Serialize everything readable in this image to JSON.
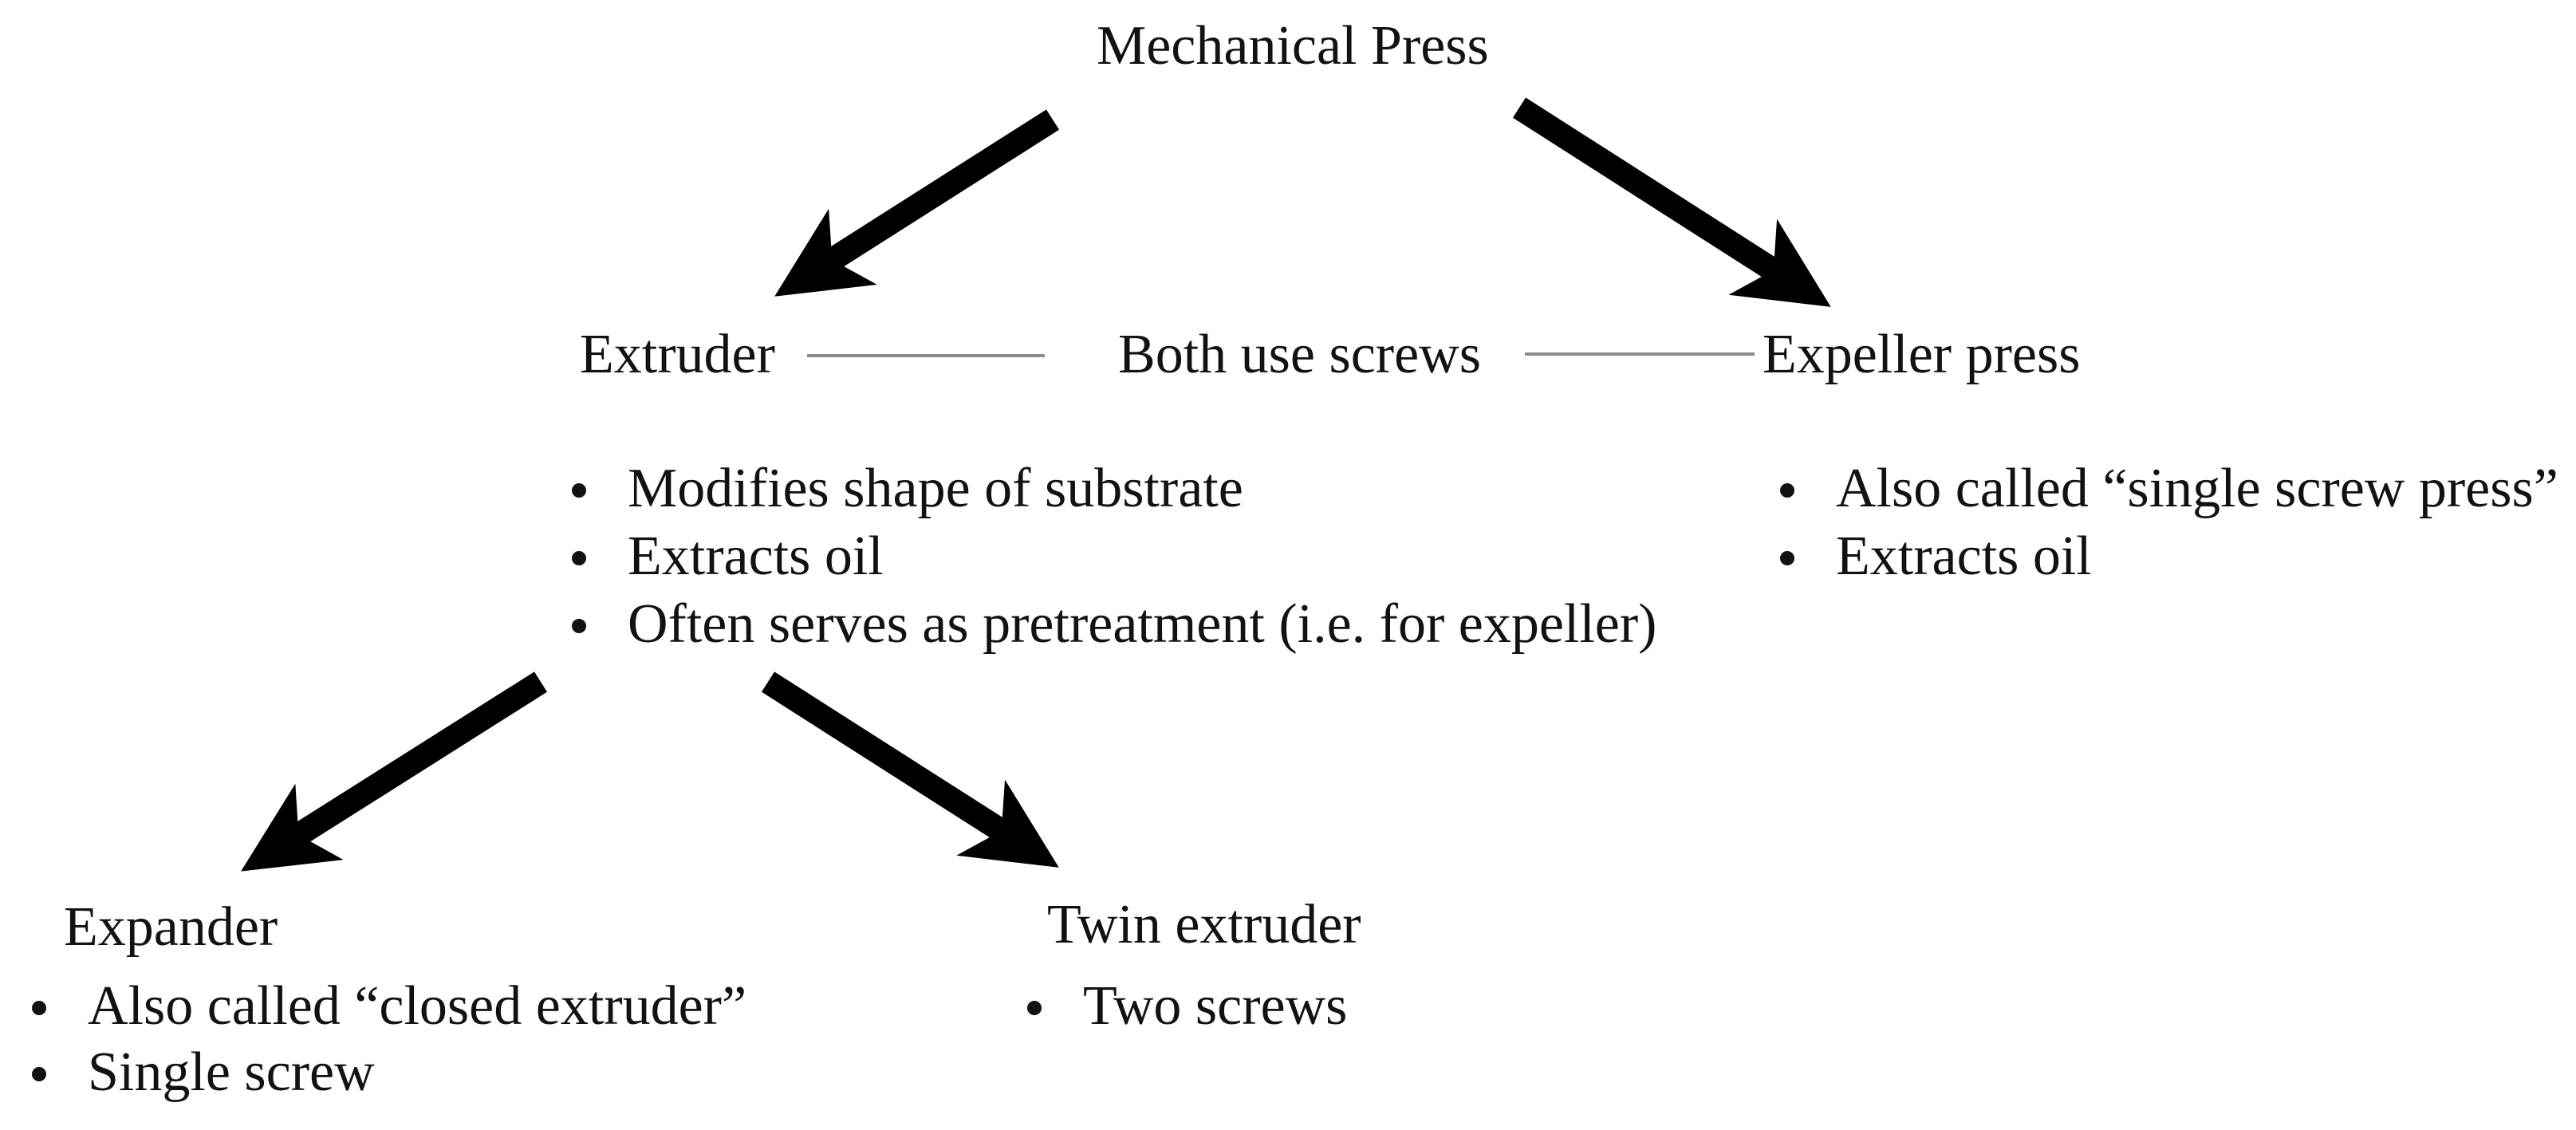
{
  "diagram": {
    "title": "Mechanical Press",
    "center_label": "Both use screws",
    "nodes": {
      "extruder": {
        "label": "Extruder",
        "bullets": [
          "Modifies shape of substrate",
          "Extracts oil",
          "Often serves as pretreatment (i.e. for expeller)"
        ]
      },
      "expeller_press": {
        "label": "Expeller press",
        "bullets": [
          "Also called “single screw press”",
          "Extracts oil"
        ]
      },
      "expander": {
        "label": "Expander",
        "bullets": [
          "Also called “closed extruder”",
          "Single screw"
        ]
      },
      "twin_extruder": {
        "label": "Twin extruder",
        "bullets": [
          "Two screws"
        ]
      }
    },
    "edges": [
      {
        "from": "Mechanical Press",
        "to": "Extruder",
        "type": "arrow"
      },
      {
        "from": "Mechanical Press",
        "to": "Expeller press",
        "type": "arrow"
      },
      {
        "from": "Extruder",
        "to": "Expander",
        "type": "arrow"
      },
      {
        "from": "Extruder",
        "to": "Twin extruder",
        "type": "arrow"
      },
      {
        "from": "Extruder",
        "to": "Both use screws",
        "type": "line"
      },
      {
        "from": "Both use screws",
        "to": "Expeller press",
        "type": "line"
      }
    ],
    "colors": {
      "text": "#121212",
      "arrow": "#000000",
      "connector": "#8c8c8c",
      "background": "#ffffff"
    }
  }
}
